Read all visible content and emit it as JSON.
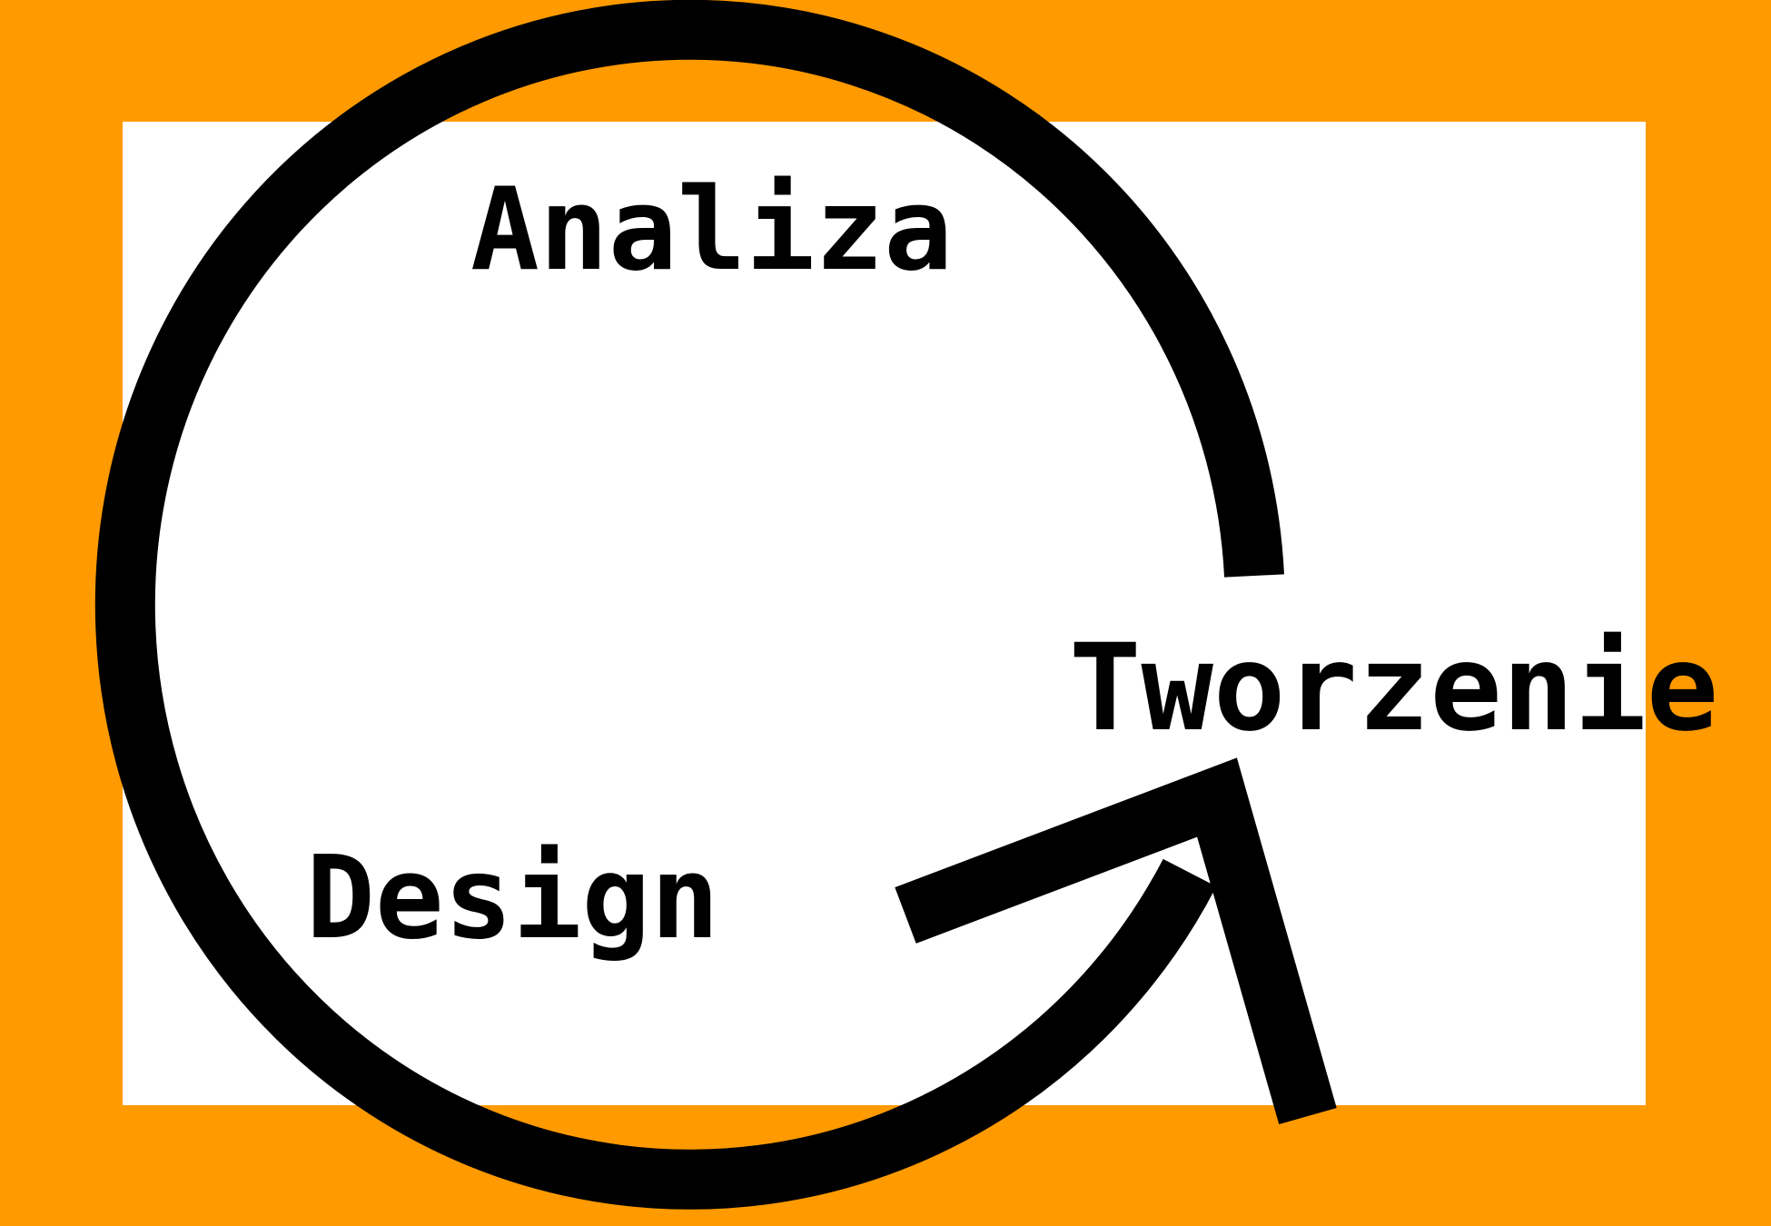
{
  "colors": {
    "background": "#FF9A00",
    "panel": "#FFFFFF",
    "ink": "#000000"
  },
  "diagram": {
    "type": "cycle",
    "stages": [
      {
        "id": "analiza",
        "label": "Analiza"
      },
      {
        "id": "tworzenie",
        "label": "Tworzenie"
      },
      {
        "id": "design",
        "label": "Design"
      }
    ],
    "arrow": {
      "direction": "clockwise",
      "icon": "circular-arrow-icon"
    }
  }
}
